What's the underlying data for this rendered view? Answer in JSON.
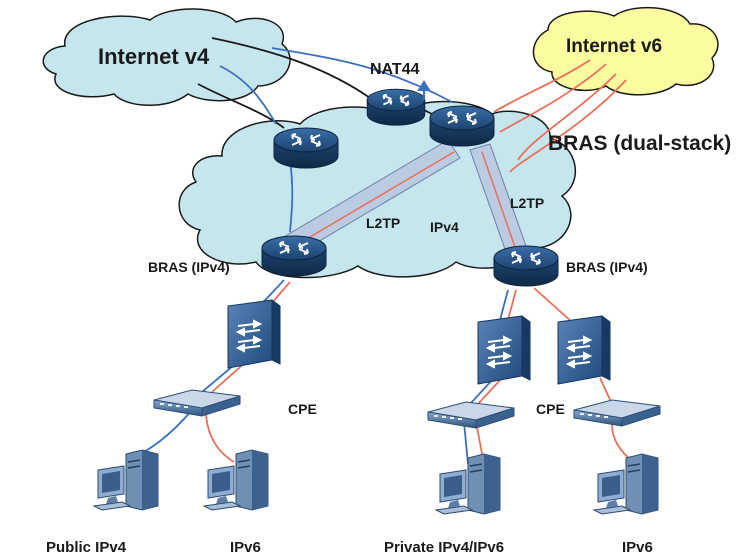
{
  "clouds": {
    "internet_v4": "Internet v4",
    "internet_v6": "Internet v6",
    "ipv4": "IPv4"
  },
  "nodes": {
    "nat44": "NAT44",
    "bras_dual": "BRAS (dual-stack)",
    "bras_left": "BRAS (IPv4)",
    "bras_right": "BRAS (IPv4)"
  },
  "tunnels": {
    "left": "L2TP",
    "right": "L2TP"
  },
  "cpe": {
    "left": "CPE",
    "right": "CPE"
  },
  "hosts": {
    "public_ipv4": "Public IPv4",
    "ipv6_left": "IPv6",
    "private": "Private IPv4/IPv6",
    "ipv6_right": "IPv6"
  },
  "colors": {
    "ipv4_cloud": "#c6e6ee",
    "ipv6_cloud": "#fbfba0",
    "device": "#1f4e79",
    "ipv4_link": "#3b6fc0",
    "ipv6_link": "#e8705a",
    "tunnel": "#b9c6de"
  }
}
